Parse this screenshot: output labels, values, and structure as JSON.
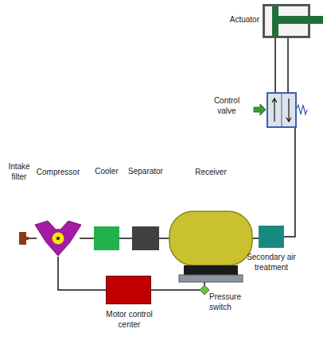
{
  "diagram": {
    "nodes": [
      {
        "text": [
          "Actuator"
        ]
      },
      {
        "text": [
          "Control valve"
        ]
      },
      {
        "text": [
          "Intake filter"
        ]
      },
      {
        "text": [
          "Compressor"
        ]
      },
      {
        "text": [
          "Cooler"
        ]
      },
      {
        "text": [
          "Separator"
        ]
      },
      {
        "text": [
          "Receiver"
        ]
      },
      {
        "text": [
          "Secondary air treatment"
        ]
      },
      {
        "text": [
          "Pressure switch"
        ]
      },
      {
        "text": [
          "Motor control center"
        ]
      }
    ],
    "edges": [
      {
        "from": 1,
        "to": 0,
        "arrow": "none"
      },
      {
        "from": 1,
        "to": 0,
        "arrow": "none"
      },
      {
        "from": 2,
        "to": 3,
        "arrow": "none"
      },
      {
        "from": 3,
        "to": 4,
        "arrow": "none"
      },
      {
        "from": 4,
        "to": 5,
        "arrow": "none"
      },
      {
        "from": 5,
        "to": 6,
        "arrow": "none"
      },
      {
        "from": 6,
        "to": 7,
        "arrow": "none"
      },
      {
        "from": 7,
        "to": 1,
        "arrow": "none"
      },
      {
        "from": 6,
        "to": 8,
        "arrow": "none"
      },
      {
        "from": 8,
        "to": 9,
        "arrow": "none"
      },
      {
        "from": 9,
        "to": 3,
        "arrow": "none"
      }
    ]
  }
}
